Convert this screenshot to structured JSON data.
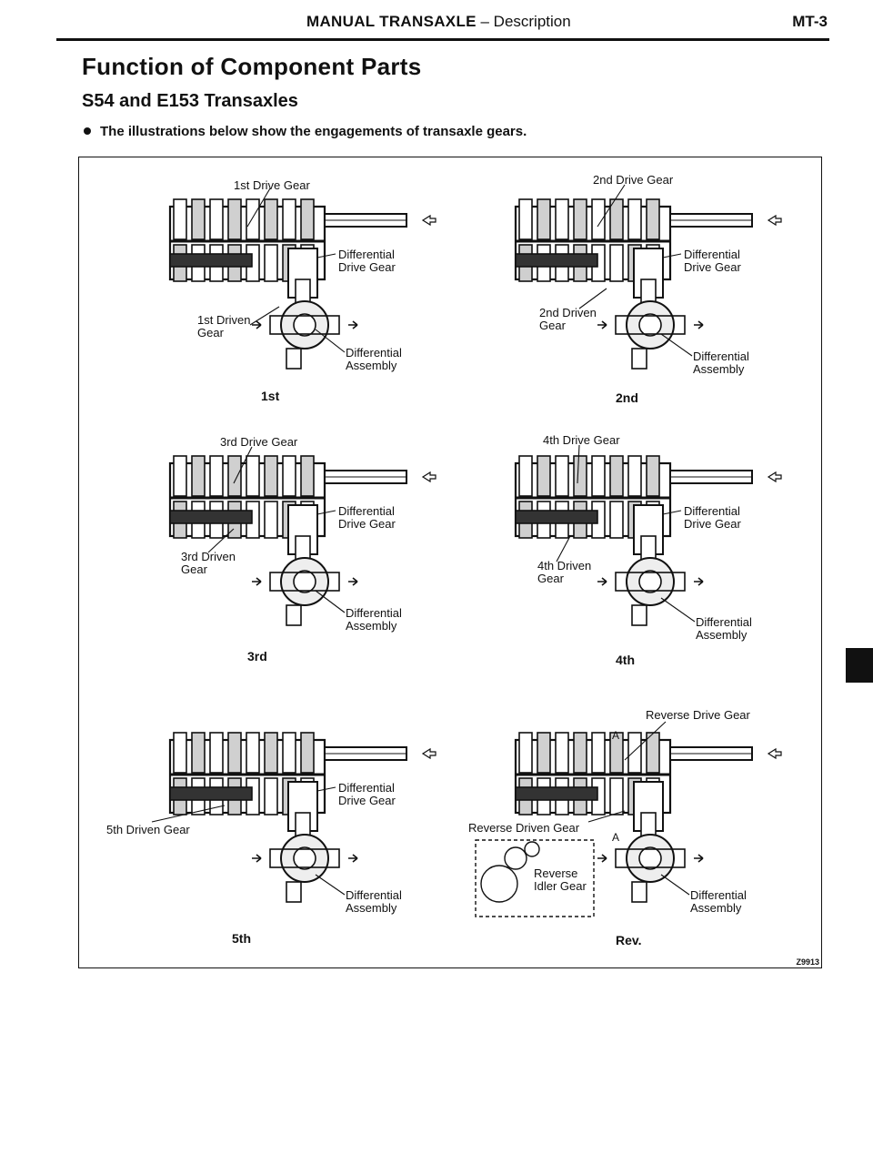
{
  "header": {
    "title_bold": "MANUAL TRANSAXLE",
    "title_rest": " – Description",
    "page_code": "MT-3"
  },
  "section_title": "Function of Component Parts",
  "sub_title": "S54 and E153 Transaxles",
  "bullet": "The illustrations below show the engagements of transaxle gears.",
  "figure_code": "Z9913",
  "panels": {
    "p1": {
      "drive": "1st Drive Gear",
      "driven": [
        "1st Driven",
        "Gear"
      ],
      "diff_drive": [
        "Differential",
        "Drive Gear"
      ],
      "diff_assy": [
        "Differential",
        "Assembly"
      ],
      "caption": "1st"
    },
    "p2": {
      "drive": "2nd Drive Gear",
      "driven": [
        "2nd Driven",
        "Gear"
      ],
      "diff_drive": [
        "Differential",
        "Drive Gear"
      ],
      "diff_assy": [
        "Differential",
        "Assembly"
      ],
      "caption": "2nd"
    },
    "p3": {
      "drive": "3rd Drive Gear",
      "driven": [
        "3rd Driven",
        "Gear"
      ],
      "diff_drive": [
        "Differential",
        "Drive Gear"
      ],
      "diff_assy": [
        "Differential",
        "Assembly"
      ],
      "caption": "3rd"
    },
    "p4": {
      "drive": "4th Drive Gear",
      "driven": [
        "4th Driven",
        "Gear"
      ],
      "diff_drive": [
        "Differential",
        "Drive Gear"
      ],
      "diff_assy": [
        "Differential",
        "Assembly"
      ],
      "caption": "4th"
    },
    "p5": {
      "driven": "5th Driven Gear",
      "diff_drive": [
        "Differential",
        "Drive Gear"
      ],
      "diff_assy": [
        "Differential",
        "Assembly"
      ],
      "caption": "5th"
    },
    "p6": {
      "drive": "Reverse Drive Gear",
      "driven": "Reverse Driven Gear",
      "idler": [
        "Reverse",
        "Idler Gear"
      ],
      "marker_a1": "A",
      "marker_a2": "A",
      "diff_assy": [
        "Differential",
        "Assembly"
      ],
      "caption": "Rev."
    }
  }
}
